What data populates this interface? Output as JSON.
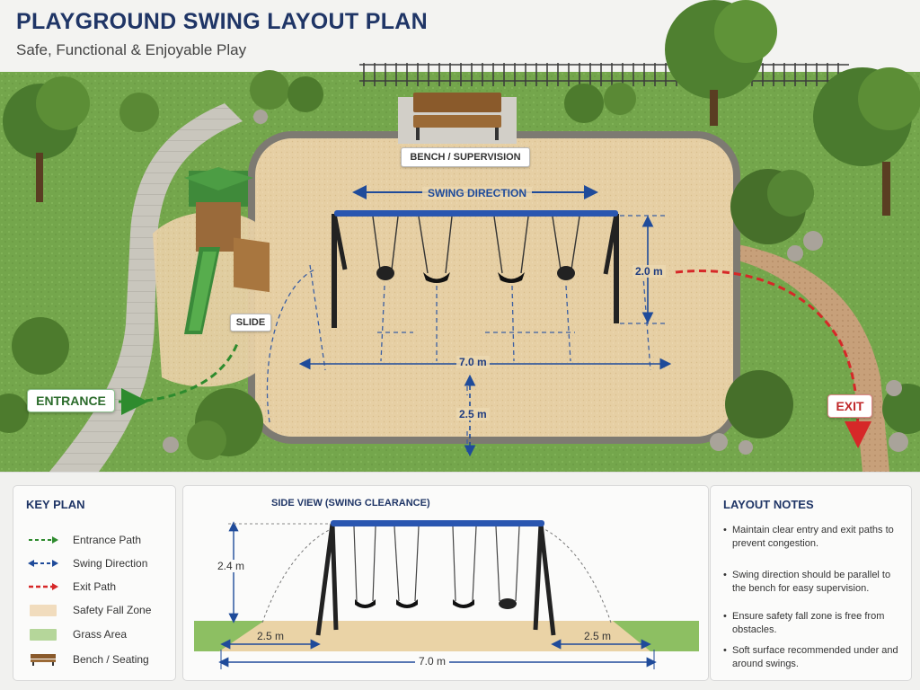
{
  "header": {
    "title": "PLAYGROUND SWING LAYOUT PLAN",
    "subtitle": "Safe, Functional & Enjoyable Play"
  },
  "plan": {
    "bench_label": "BENCH / SUPERVISION",
    "swing_direction_label": "SWING DIRECTION",
    "height_dim": "2.0 m",
    "width_dim": "7.0 m",
    "clearance_dim": "2.5 m",
    "slide_label": "SLIDE",
    "entrance_label": "ENTRANCE",
    "exit_label": "EXIT"
  },
  "key_plan": {
    "title": "KEY PLAN",
    "items": [
      {
        "label": "Entrance Path",
        "symbol": "green-dashed-arrow-icon",
        "color": "#2e8b2e"
      },
      {
        "label": "Swing Direction",
        "symbol": "blue-dashed-double-arrow-icon",
        "color": "#1f4b9a"
      },
      {
        "label": "Exit Path",
        "symbol": "red-dashed-arrow-icon",
        "color": "#d62828"
      },
      {
        "label": "Safety Fall Zone",
        "symbol": "sand-swatch",
        "color": "#f1dcbd"
      },
      {
        "label": "Grass Area",
        "symbol": "grass-swatch",
        "color": "#b5d69a"
      },
      {
        "label": "Bench / Seating",
        "symbol": "bench-icon",
        "color": "#8a5a2b"
      }
    ]
  },
  "side_view": {
    "title": "SIDE VIEW (SWING CLEARANCE)",
    "height_dim": "2.4 m",
    "left_clearance": "2.5 m",
    "right_clearance": "2.5 m",
    "total_width": "7.0 m"
  },
  "layout_notes": {
    "title": "LAYOUT NOTES",
    "items": [
      "Maintain clear entry and exit paths to prevent congestion.",
      "Swing direction should be parallel to the bench for easy supervision.",
      "Ensure safety fall zone is free from obstacles.",
      "Soft surface recommended under and around swings."
    ]
  },
  "colors": {
    "title": "#1f3566",
    "frame_blue": "#2a56b0",
    "dimension_blue": "#1f4b9a",
    "entrance_green": "#2e8b2e",
    "exit_red": "#d62828",
    "sand": "#e6cfa4",
    "grass": "#7fae55"
  }
}
